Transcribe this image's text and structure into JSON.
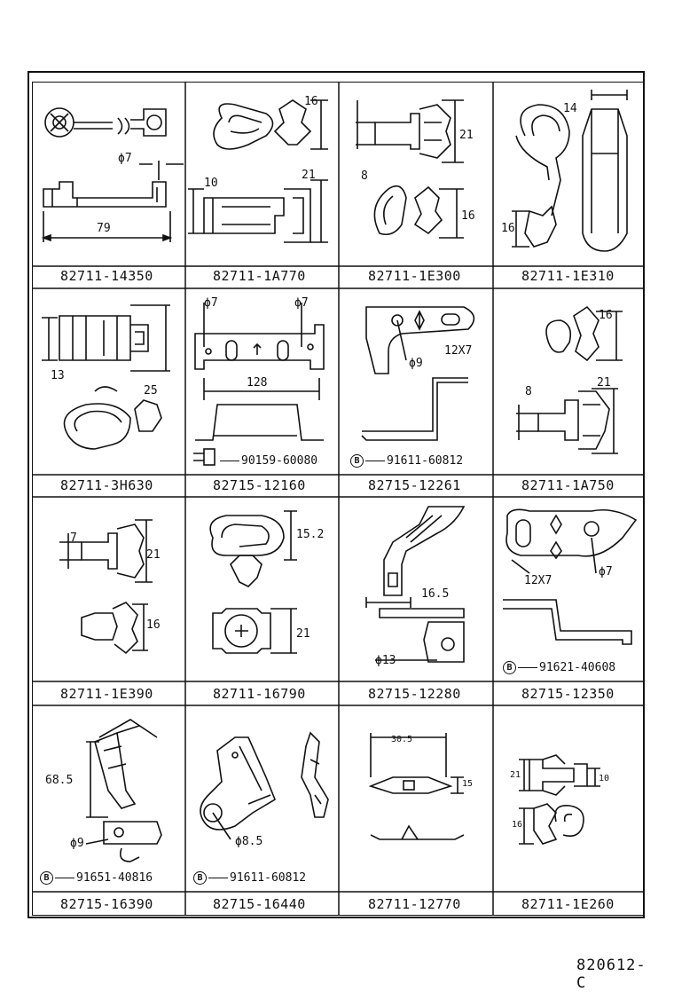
{
  "diagram_code": "820612-C",
  "rows": [
    {
      "cells": [
        {
          "part": "82711-14350",
          "dims": [
            "ϕ7",
            "79"
          ]
        },
        {
          "part": "82711-1A770",
          "dims": [
            "16",
            "21",
            "10"
          ]
        },
        {
          "part": "82711-1E300",
          "dims": [
            "21",
            "8",
            "16"
          ]
        },
        {
          "part": "82711-1E310",
          "dims": [
            "14",
            "16"
          ]
        }
      ]
    },
    {
      "cells": [
        {
          "part": "82711-3H630",
          "dims": [
            "13",
            "25"
          ]
        },
        {
          "part": "82715-12160",
          "dims": [
            "ϕ7",
            "ϕ7",
            "128"
          ],
          "ref": "90159-60080"
        },
        {
          "part": "82715-12261",
          "dims": [
            "12X7",
            "ϕ9"
          ],
          "ref": "91611-60812",
          "ref_mark": "B"
        },
        {
          "part": "82711-1A750",
          "dims": [
            "16",
            "8",
            "21"
          ]
        }
      ]
    },
    {
      "cells": [
        {
          "part": "82711-1E390",
          "dims": [
            "7",
            "21",
            "16"
          ]
        },
        {
          "part": "82711-16790",
          "dims": [
            "15.2",
            "21"
          ]
        },
        {
          "part": "82715-12280",
          "dims": [
            "16.5",
            "ϕ13"
          ]
        },
        {
          "part": "82715-12350",
          "dims": [
            "12X7",
            "ϕ7"
          ],
          "ref": "91621-40608",
          "ref_mark": "B"
        }
      ]
    },
    {
      "cells": [
        {
          "part": "82715-16390",
          "dims": [
            "68.5",
            "ϕ9"
          ],
          "ref": "91651-40816",
          "ref_mark": "B"
        },
        {
          "part": "82715-16440",
          "dims": [
            "ϕ8.5"
          ],
          "ref": "91611-60812",
          "ref_mark": "B"
        },
        {
          "part": "82711-12770",
          "dims": [
            "30.5",
            "15"
          ]
        },
        {
          "part": "82711-1E260",
          "dims": [
            "21",
            "10",
            "16"
          ]
        }
      ]
    }
  ]
}
